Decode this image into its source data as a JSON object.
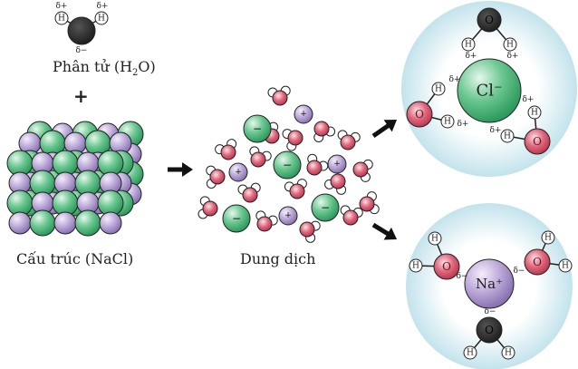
{
  "labels": {
    "water_molecule_prefix": "Phân tử (H",
    "water_subscript": "2",
    "water_suffix": "O)",
    "plus": "+",
    "crystal": "Cấu trúc (NaCl)",
    "solution": "Dung dịch"
  },
  "symbols": {
    "oxygen": "O",
    "hydrogen": "H",
    "delta_plus": "δ+",
    "delta_minus": "δ−",
    "chloride": "Cl⁻",
    "sodium": "Na⁺",
    "anion_sign": "−",
    "cation_sign": "+"
  },
  "colors": {
    "chloride": "#5cbf85",
    "sodium": "#b9a6d6",
    "oxygen_solvated": "#d9536a",
    "oxygen_plain": "#2b2b2b",
    "hydration_shell": "#cfe9f0"
  }
}
